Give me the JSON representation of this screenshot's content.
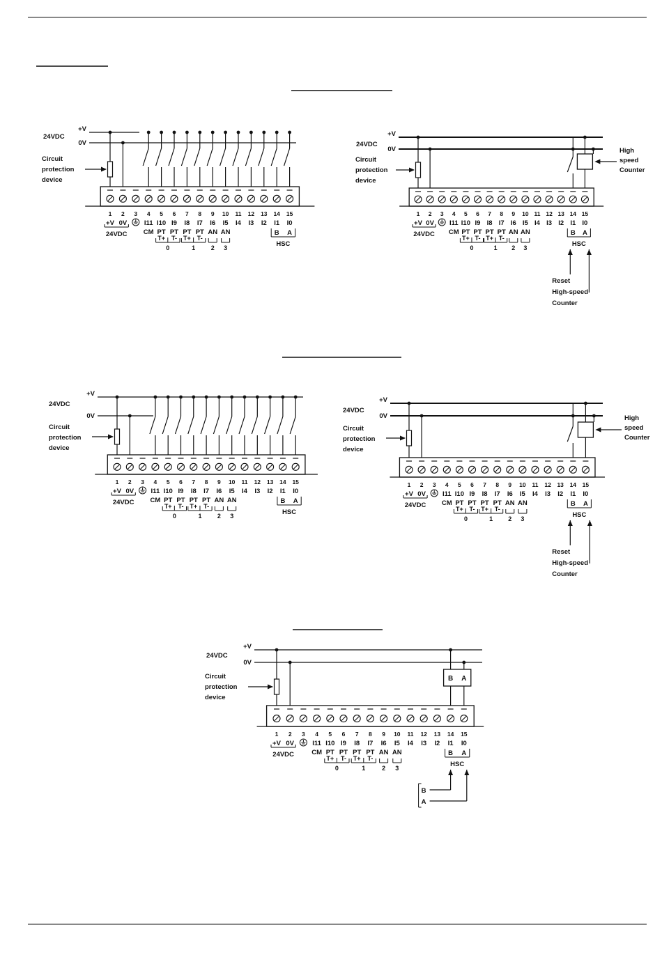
{
  "labels": {
    "supply": "24VDC",
    "plus_v": "+V",
    "zero_v": "0V",
    "cpd": [
      "Circuit",
      "protection",
      "device"
    ],
    "hsc": "HSC",
    "hsc_b": "B",
    "hsc_a": "A",
    "hs_counter": [
      "High",
      "speed",
      "Counter"
    ],
    "reset": "Reset",
    "hs_counter_arrow": [
      "High-speed",
      "Counter"
    ],
    "enc_b": "B",
    "enc_a": "A"
  },
  "terminals": {
    "numbers": [
      "1",
      "2",
      "3",
      "4",
      "5",
      "6",
      "7",
      "8",
      "9",
      "10",
      "11",
      "12",
      "13",
      "14",
      "15"
    ],
    "row1": [
      "+V",
      "0V",
      "",
      "I11",
      "I10",
      "I9",
      "I8",
      "I7",
      "I6",
      "I5",
      "I4",
      "I3",
      "I2",
      "I1",
      "I0"
    ],
    "row2": [
      "",
      "",
      "",
      "CM",
      "PT",
      "PT",
      "PT",
      "PT",
      "AN",
      "AN",
      "",
      "",
      "",
      "B",
      "A"
    ],
    "tt": [
      "T+",
      "T-",
      "T+",
      "T-"
    ],
    "groups": [
      "0",
      "1",
      "2",
      "3"
    ]
  }
}
